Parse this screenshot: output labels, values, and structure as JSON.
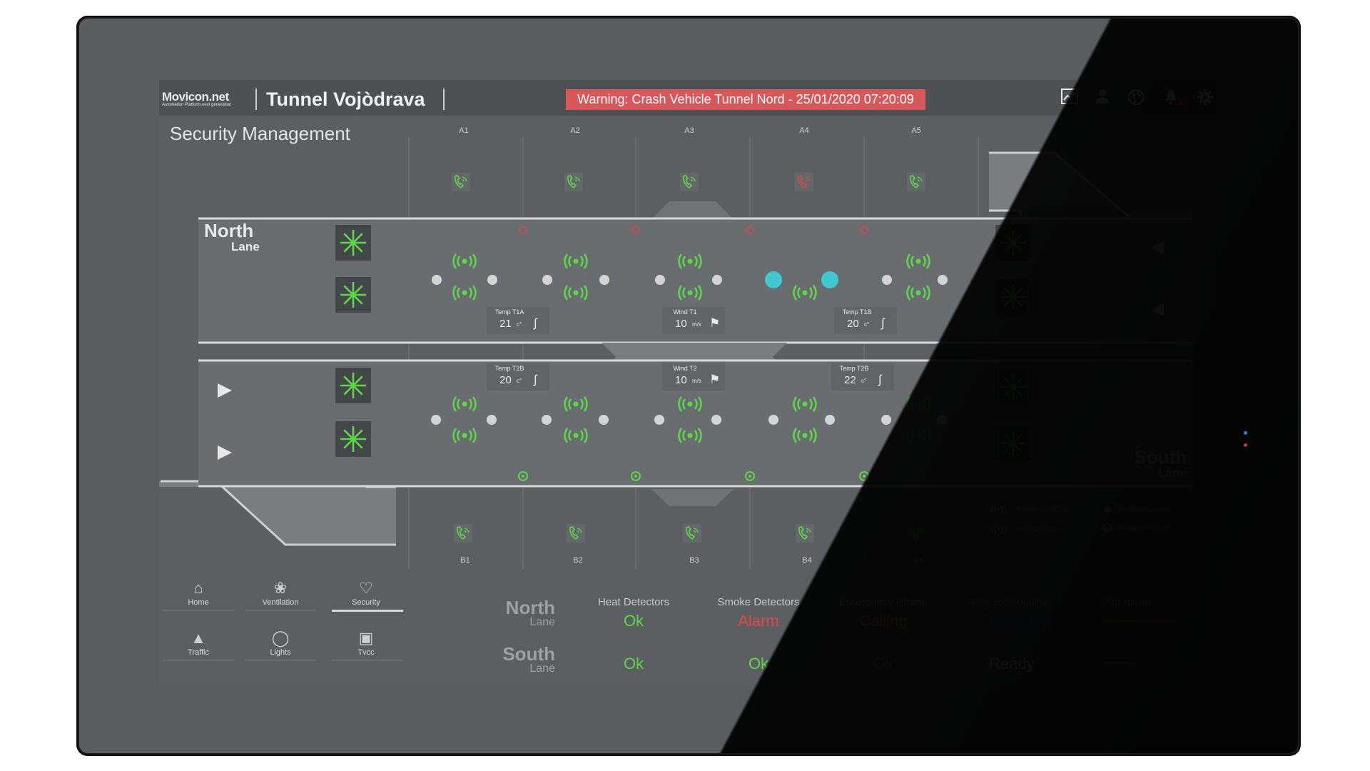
{
  "header": {
    "logo": "Movicon.net",
    "logo_tagline": "Automation Platform.next generation",
    "title": "Tunnel Vojòdrava",
    "warning": "Warning: Crash Vehicle Tunnel Nord - 25/01/2020 07:20:09",
    "notifications_count": "1"
  },
  "page_title": "Security Management",
  "sections_top": [
    "A1",
    "A2",
    "A3",
    "A4",
    "A5"
  ],
  "sections_bottom": [
    "B1",
    "B2",
    "B3",
    "B4",
    "B5"
  ],
  "north_lane": {
    "name": "North",
    "sub": "Lane"
  },
  "south_lane": {
    "name": "South",
    "sub": "Lane"
  },
  "sensors": {
    "t1a": {
      "label": "Temp T1A",
      "value": "21",
      "unit": "c°"
    },
    "w1": {
      "label": "Wind T1",
      "value": "10",
      "unit": "m/s"
    },
    "t1b": {
      "label": "Temp T1B",
      "value": "20",
      "unit": "c°"
    },
    "t2b_left": {
      "label": "Temp T2B",
      "value": "20",
      "unit": "c°"
    },
    "w2": {
      "label": "Wind T2",
      "value": "10",
      "unit": "m/s"
    },
    "t2b_right": {
      "label": "Temp T2B",
      "value": "22",
      "unit": "c°"
    }
  },
  "legend": {
    "smoke": "Smoke Detector",
    "heat": "Heat Detector",
    "fire_ext": "Fire Extinguisher",
    "vibration": "Vibration Sensor"
  },
  "nav": [
    {
      "label": "Home",
      "icon": "home-icon"
    },
    {
      "label": "Ventilation",
      "icon": "fan-icon"
    },
    {
      "label": "Security",
      "icon": "shield-icon"
    },
    {
      "label": "Traffic",
      "icon": "cone-icon"
    },
    {
      "label": "Lights",
      "icon": "bulb-icon"
    },
    {
      "label": "Tvcc",
      "icon": "camera-icon"
    }
  ],
  "summary": {
    "columns": [
      "Heat Detectors",
      "Smoke Detectors",
      "Emergency Phone",
      "Fire Extinguisher",
      "Vibrations"
    ],
    "north": {
      "name": "North",
      "sub": "Lane",
      "heat": "Ok",
      "smoke": "Alarm",
      "phone": "Calling",
      "fire": "Sprinkling"
    },
    "south": {
      "name": "South",
      "sub": "Lane",
      "heat": "Ok",
      "smoke": "Ok",
      "phone": "Ok",
      "fire": "Ready"
    }
  },
  "colors": {
    "ok": "#5fd64a",
    "alarm": "#e04848",
    "calling": "#e6c23a",
    "sprinkling": "#1f9fd8",
    "ready": "#ffffff",
    "active_sensor": "#40c8d0"
  }
}
